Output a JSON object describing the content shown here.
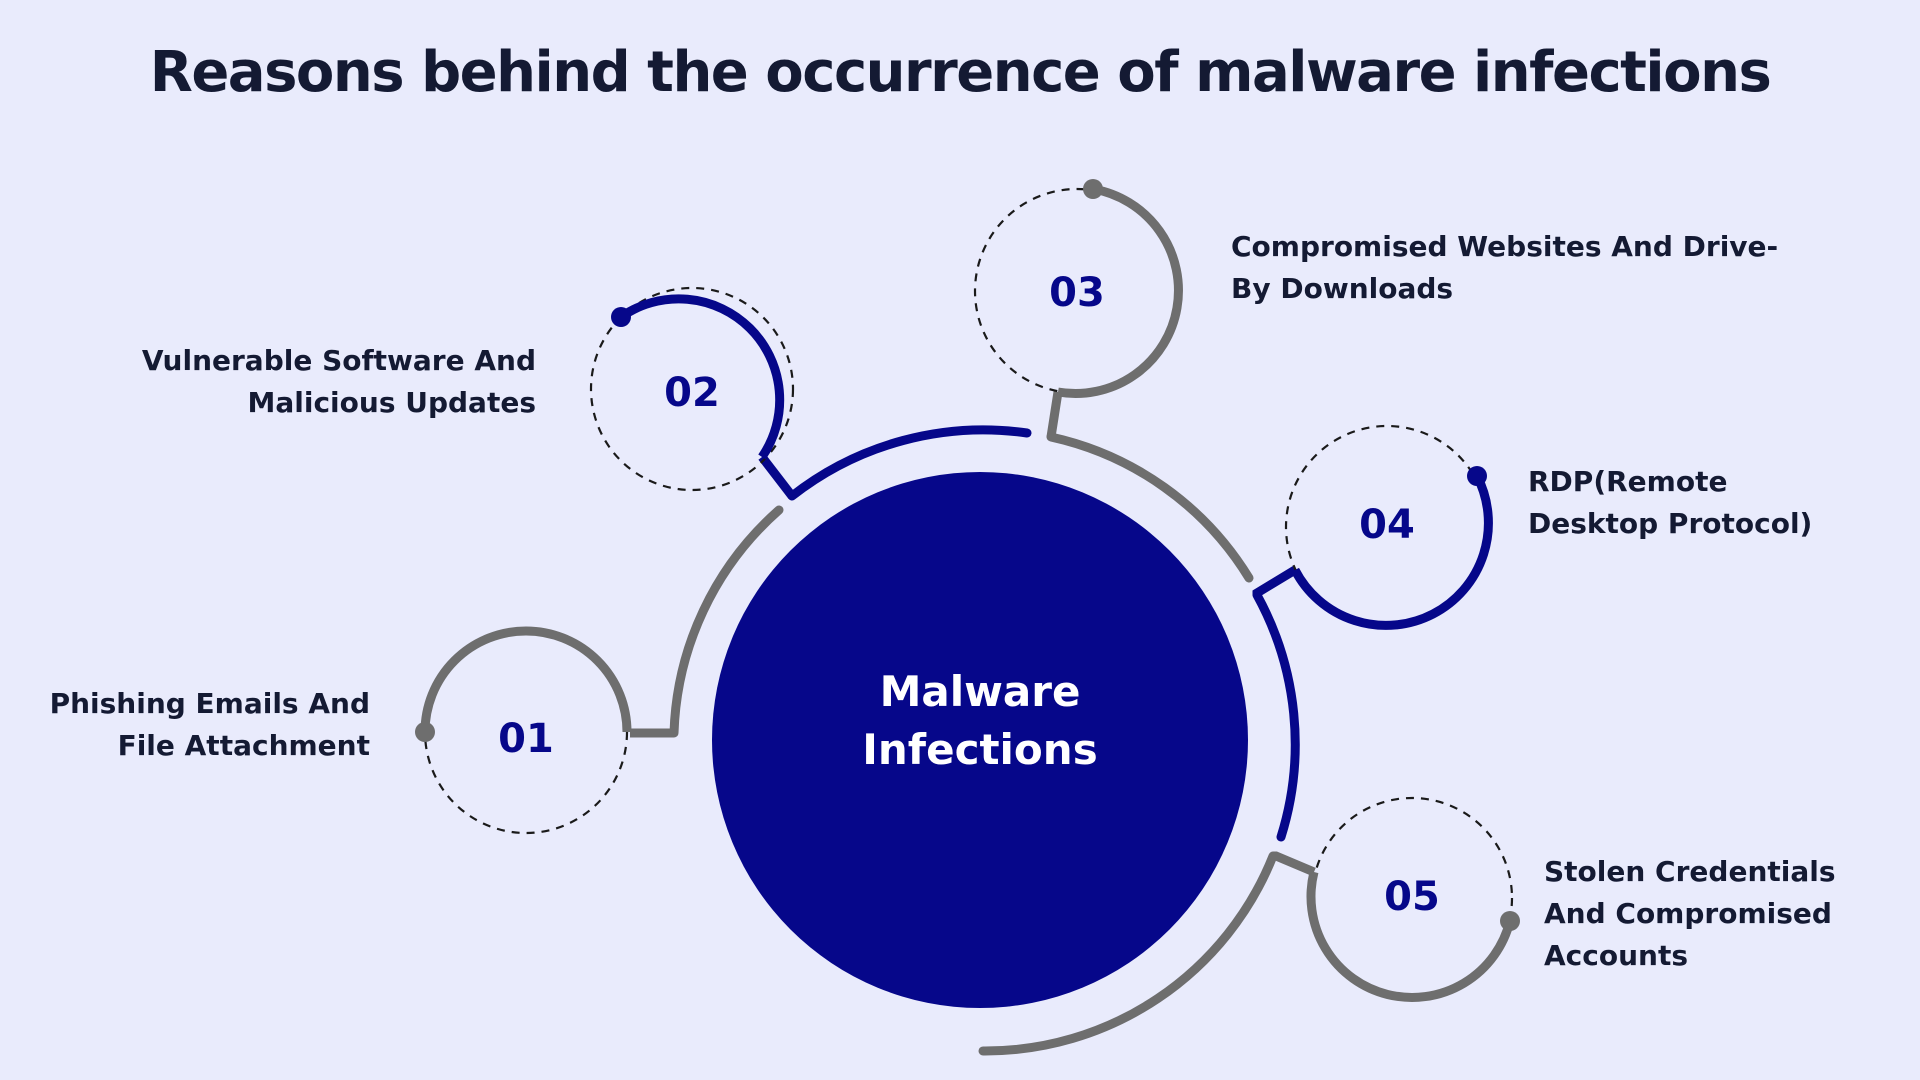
{
  "title": "Reasons behind the occurrence of malware infections",
  "center": {
    "line1": "Malware",
    "line2": "Infections"
  },
  "items": [
    {
      "number": "01",
      "line1": "Phishing Emails And",
      "line2": "File Attachment",
      "line3": ""
    },
    {
      "number": "02",
      "line1": "Vulnerable Software And",
      "line2": "Malicious Updates",
      "line3": ""
    },
    {
      "number": "03",
      "line1": "Compromised Websites And Drive-",
      "line2": "By Downloads",
      "line3": ""
    },
    {
      "number": "04",
      "line1": "RDP(Remote",
      "line2": "Desktop Protocol)",
      "line3": ""
    },
    {
      "number": "05",
      "line1": "Stolen Credentials",
      "line2": "And Compromised",
      "line3": "Accounts"
    }
  ],
  "colors": {
    "background": "#e9ebfc",
    "navy": "#06078a",
    "gray": "#6e6e6e",
    "title": "#141a33"
  }
}
